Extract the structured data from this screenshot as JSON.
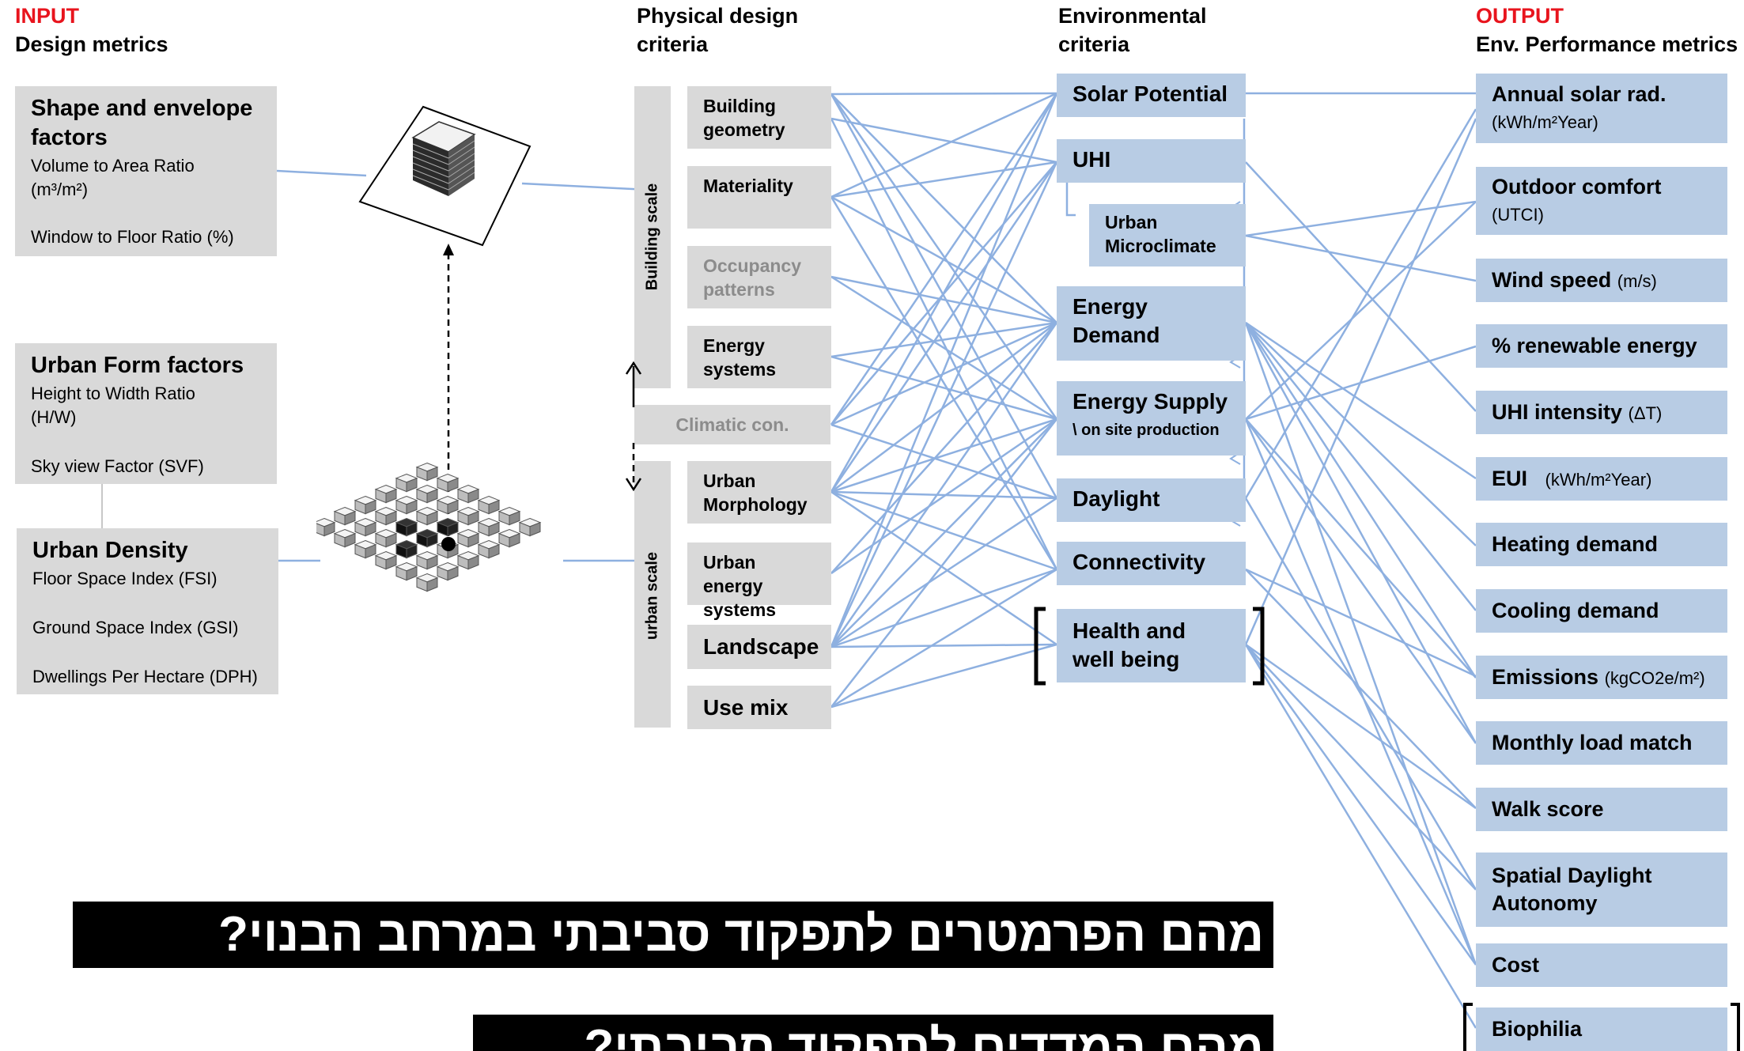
{
  "headers": {
    "input_tag": "INPUT",
    "input_title": "Design metrics",
    "physical_l1": "Physical design",
    "physical_l2": "criteria",
    "env_l1": "Environmental",
    "env_l2": "criteria",
    "output_tag": "OUTPUT",
    "output_title": "Env. Performance metrics"
  },
  "colors": {
    "accent_red": "#e8141d",
    "metric_blue": "#b8cce4",
    "box_gray": "#d9d9d9",
    "line_blue": "#8eb0e0"
  },
  "input_boxes": {
    "shape": {
      "title_l1": "Shape and envelope",
      "title_l2": "factors",
      "m1a": "Volume to Area Ratio",
      "m1b": "(m³/m²)",
      "m2": "Window to Floor Ratio (%)"
    },
    "urban_form": {
      "title": "Urban Form factors",
      "m1a": "Height to Width Ratio",
      "m1b": "(H/W)",
      "m2": "Sky view Factor (SVF)"
    },
    "density": {
      "title": "Urban Density",
      "m1": "Floor Space Index (FSI)",
      "m2": "Ground Space Index (GSI)",
      "m3": "Dwellings Per Hectare (DPH)"
    }
  },
  "scales": {
    "building": "Building scale",
    "urban": "urban scale",
    "climatic": "Climatic con."
  },
  "physical": {
    "building_geometry": {
      "l1": "Building",
      "l2": "geometry"
    },
    "materiality": {
      "l1": "Materiality"
    },
    "occupancy": {
      "l1": "Occupancy",
      "l2": "patterns"
    },
    "energy_systems": {
      "l1": "Energy",
      "l2": "systems"
    },
    "urban_morphology": {
      "l1": "Urban",
      "l2": "Morphology"
    },
    "urban_energy": {
      "l1": "Urban energy",
      "l2": "systems"
    },
    "landscape": {
      "l1": "Landscape"
    },
    "use_mix": {
      "l1": "Use mix"
    }
  },
  "environmental": {
    "solar": "Solar Potential",
    "uhi": "UHI",
    "microclimate_l1": "Urban",
    "microclimate_l2": "Microclimate",
    "energy_demand_l1": "Energy",
    "energy_demand_l2": "Demand",
    "energy_supply_l1": "Energy Supply",
    "energy_supply_l2": "\\ on site production",
    "daylight": "Daylight",
    "connectivity": "Connectivity",
    "health_l1": "Health and",
    "health_l2": "well being"
  },
  "outputs": {
    "annual_solar": {
      "name": "Annual solar rad.",
      "unit": "(kWh/m²Year)"
    },
    "outdoor_comfort": {
      "name": "Outdoor comfort",
      "unit": "(UTCI)"
    },
    "wind_speed": {
      "name": "Wind speed",
      "unit": "(m/s)"
    },
    "renewable": {
      "name": "% renewable energy"
    },
    "uhi_intensity": {
      "name": "UHI intensity",
      "unit": "(ΔT)"
    },
    "eui": {
      "name": "EUI",
      "unit": "(kWh/m²Year)"
    },
    "heating": {
      "name": "Heating demand"
    },
    "cooling": {
      "name": "Cooling demand"
    },
    "emissions": {
      "name": "Emissions",
      "unit": "(kgCO2e/m²)"
    },
    "load_match": {
      "name": "Monthly load match"
    },
    "walk_score": {
      "name": "Walk score"
    },
    "sda_l1": "Spatial Daylight",
    "sda_l2": "Autonomy",
    "cost": {
      "name": "Cost"
    },
    "biophilia": {
      "name": "Biophilia"
    }
  },
  "questions": {
    "q1": "מהם הפרמטרים לתפקוד סביבתי במרחב הבנוי?",
    "q2": "מהם המדדים לתפקוד סביבתי?"
  }
}
